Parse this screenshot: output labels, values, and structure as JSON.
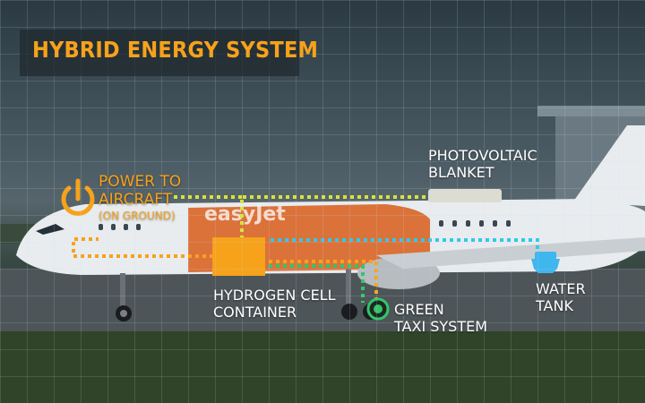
{
  "title": "HYBRID ENERGY SYSTEM",
  "colors": {
    "accent_orange": "#f7a21b",
    "yellow_dots": "#d9e23a",
    "cyan_dots": "#32c8e8",
    "green_dots": "#34c46a",
    "water_icon": "#3fb6ee",
    "panel": "#dcdcd2"
  },
  "labels": {
    "power": {
      "line1": "POWER TO",
      "line2": "AIRCRAFT",
      "line3": "(ON GROUND)"
    },
    "photovoltaic": {
      "line1": "PHOTOVOLTAIC",
      "line2": "BLANKET"
    },
    "hydrogen": {
      "line1": "HYDROGEN CELL",
      "line2": "CONTAINER"
    },
    "green_taxi": {
      "line1": "GREEN",
      "line2": "TAXI SYSTEM"
    },
    "water": {
      "line1": "WATER",
      "line2": "TANK"
    }
  },
  "aircraft_livery": "easyJet",
  "icons": [
    "power-icon",
    "photovoltaic-panel-icon",
    "hydrogen-container-icon",
    "green-taxi-icon",
    "water-tank-icon"
  ]
}
